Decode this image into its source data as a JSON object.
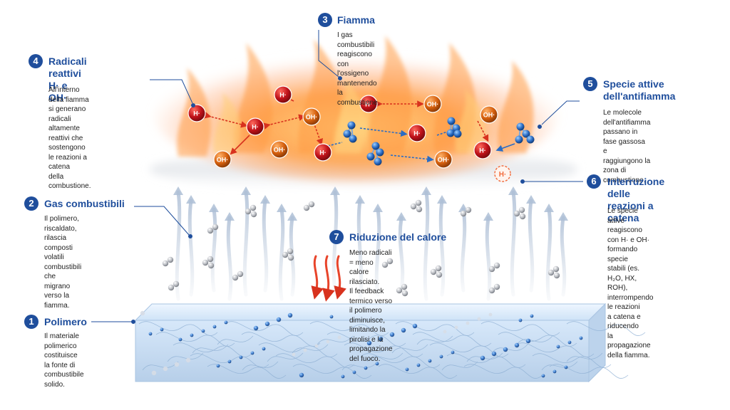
{
  "callouts": [
    {
      "num": "1",
      "title": "Polimero",
      "body": "Il materiale polimerico\ncostituisce la fonte di\ncombustibile solido."
    },
    {
      "num": "2",
      "title": "Gas combustibili",
      "body": "Il polimero, riscaldato,\nrilascia composti volatili\ncombustibili che migrano\nverso la fiamma."
    },
    {
      "num": "3",
      "title": "Fiamma",
      "body": "I gas combustibili reagiscono\ncon l'ossigeno mantenendo\nla combustione."
    },
    {
      "num": "4",
      "title": "Radicali reattivi\nH· e OH·",
      "body": "All'interno della fiamma\nsi generano radicali altamente\nreattivi che sostengono\nle reazioni a catena\ndella combustione."
    },
    {
      "num": "5",
      "title": "Specie attive\ndell'antifiamma",
      "body": "Le molecole dell'antifiamma\npassano in fase gassosa e\nraggiungono la zona di\ncombustione."
    },
    {
      "num": "6",
      "title": "Interruzione delle\nreazioni a catena",
      "body": "Le specie attive reagiscono\ncon H· e OH· formando specie\nstabili (es. H₂O, HX, ROH),\ninterrompendo le reazioni\na catena e riducendo\nla propagazione della fiamma."
    },
    {
      "num": "7",
      "title": "Riduzione del calore",
      "body": "Meno radicali = meno calore rilasciato.\nIl feedback termico verso il polimero diminuisce,\nlimitando la pirolisi e la propagazione del fuoco."
    }
  ],
  "radical_labels": {
    "h": "H·",
    "oh": "OH·"
  },
  "colors": {
    "accent": "#1f4e9c",
    "radical_h": "#c0121a",
    "radical_oh": "#d6600e",
    "flame": "#ff8a2a",
    "heat_arrow": "#e8442a",
    "antiflame": "#2a6cc4"
  }
}
